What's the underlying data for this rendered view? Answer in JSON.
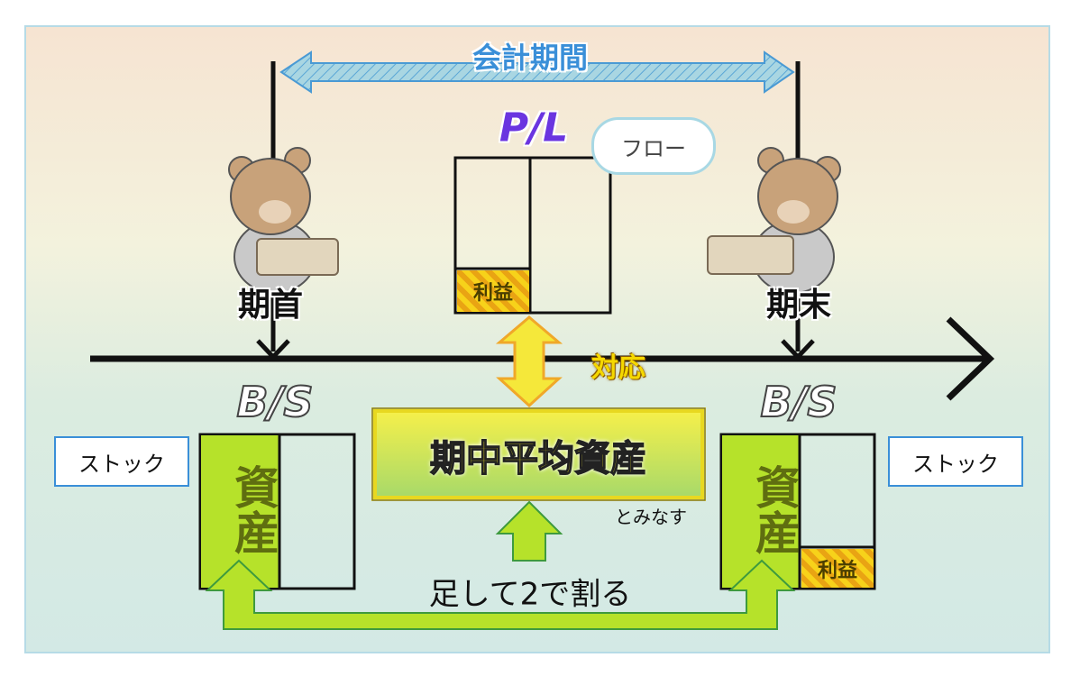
{
  "title": "会計期間",
  "pl": {
    "label": "P/L",
    "bubble": "フロー",
    "profit": "利益"
  },
  "start": {
    "label": "期首",
    "bs_label": "B/S",
    "stock": "ストック",
    "asset": "資産"
  },
  "end": {
    "label": "期末",
    "bs_label": "B/S",
    "stock": "ストック",
    "asset": "資産",
    "profit": "利益"
  },
  "correspond": "対応",
  "center": {
    "label": "期中平均資産",
    "note": "とみなす"
  },
  "sum_label": "足して2で割る",
  "colors": {
    "purple": "#6a35e0",
    "green": "#b6e22a",
    "yellow": "#f5e83a",
    "blue": "#3a8fd8"
  }
}
